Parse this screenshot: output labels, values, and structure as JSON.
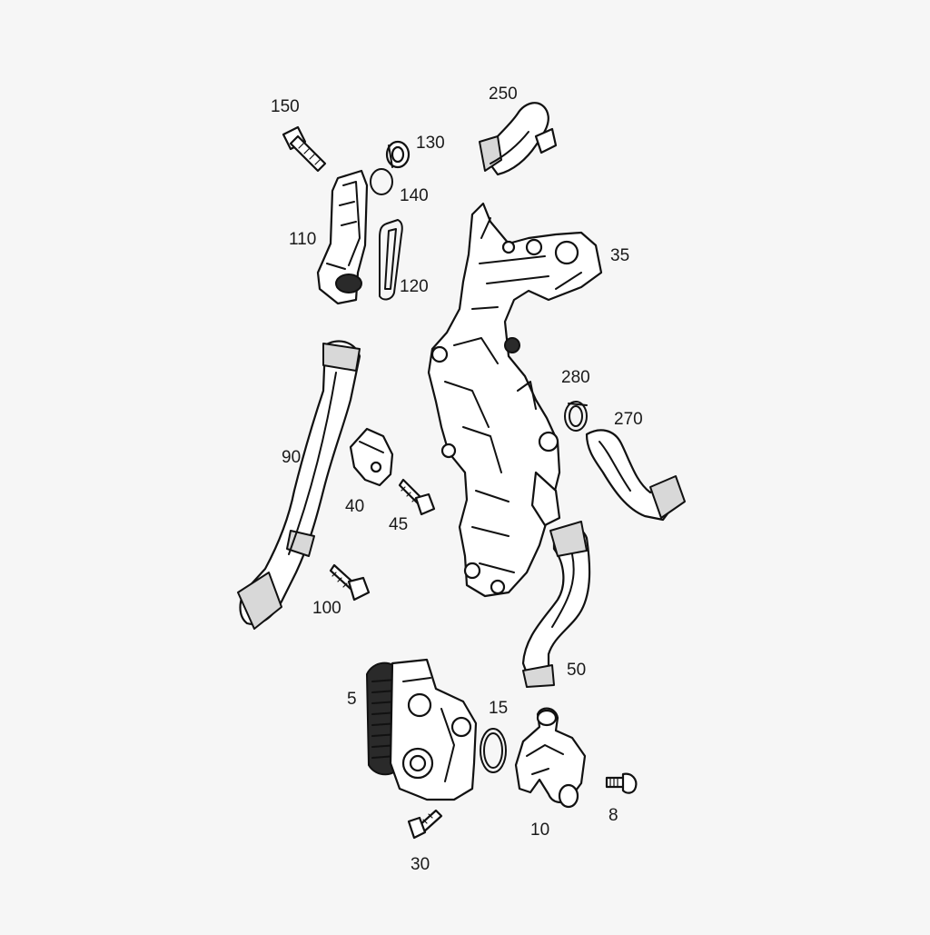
{
  "callouts": {
    "c150": "150",
    "c130": "130",
    "c140": "140",
    "c250": "250",
    "c110": "110",
    "c120": "120",
    "c35": "35",
    "c280": "280",
    "c270": "270",
    "c90": "90",
    "c40": "40",
    "c45": "45",
    "c100": "100",
    "c50": "50",
    "c5": "5",
    "c15": "15",
    "c8": "8",
    "c10": "10",
    "c30": "30"
  },
  "colors": {
    "background": "#f6f6f6",
    "line": "#111111",
    "fill": "#ffffff"
  }
}
